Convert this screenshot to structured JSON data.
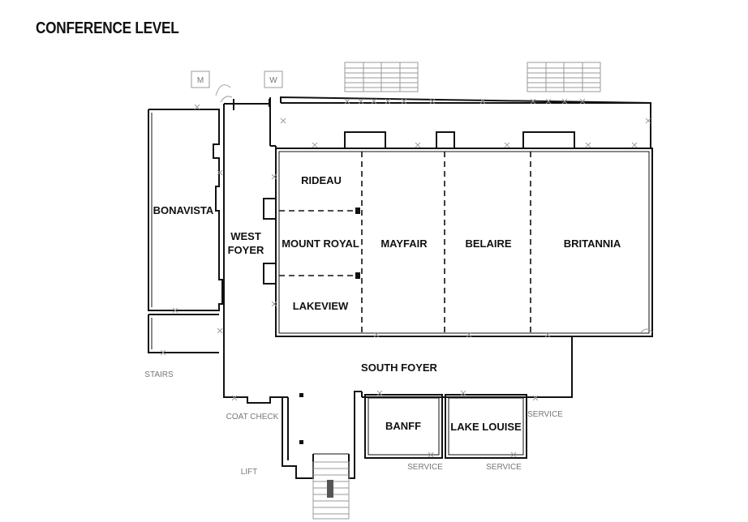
{
  "title": "CONFERENCE LEVEL",
  "rooms": {
    "bonavista": "BONAVISTA",
    "west_foyer_1": "WEST",
    "west_foyer_2": "FOYER",
    "rideau": "RIDEAU",
    "mount_royal": "MOUNT ROYAL",
    "lakeview": "LAKEVIEW",
    "mayfair": "MAYFAIR",
    "belaire": "BELAIRE",
    "britannia": "BRITANNIA",
    "south_foyer": "SOUTH FOYER",
    "banff": "BANFF",
    "lake_louise": "LAKE LOUISE"
  },
  "utilities": {
    "men_restroom": "M",
    "women_restroom": "W",
    "stairs": "STAIRS",
    "coat_check": "COAT CHECK",
    "lift": "LIFT",
    "service_right": "SERVICE",
    "service_banff": "SERVICE",
    "service_lake_louise": "SERVICE"
  }
}
